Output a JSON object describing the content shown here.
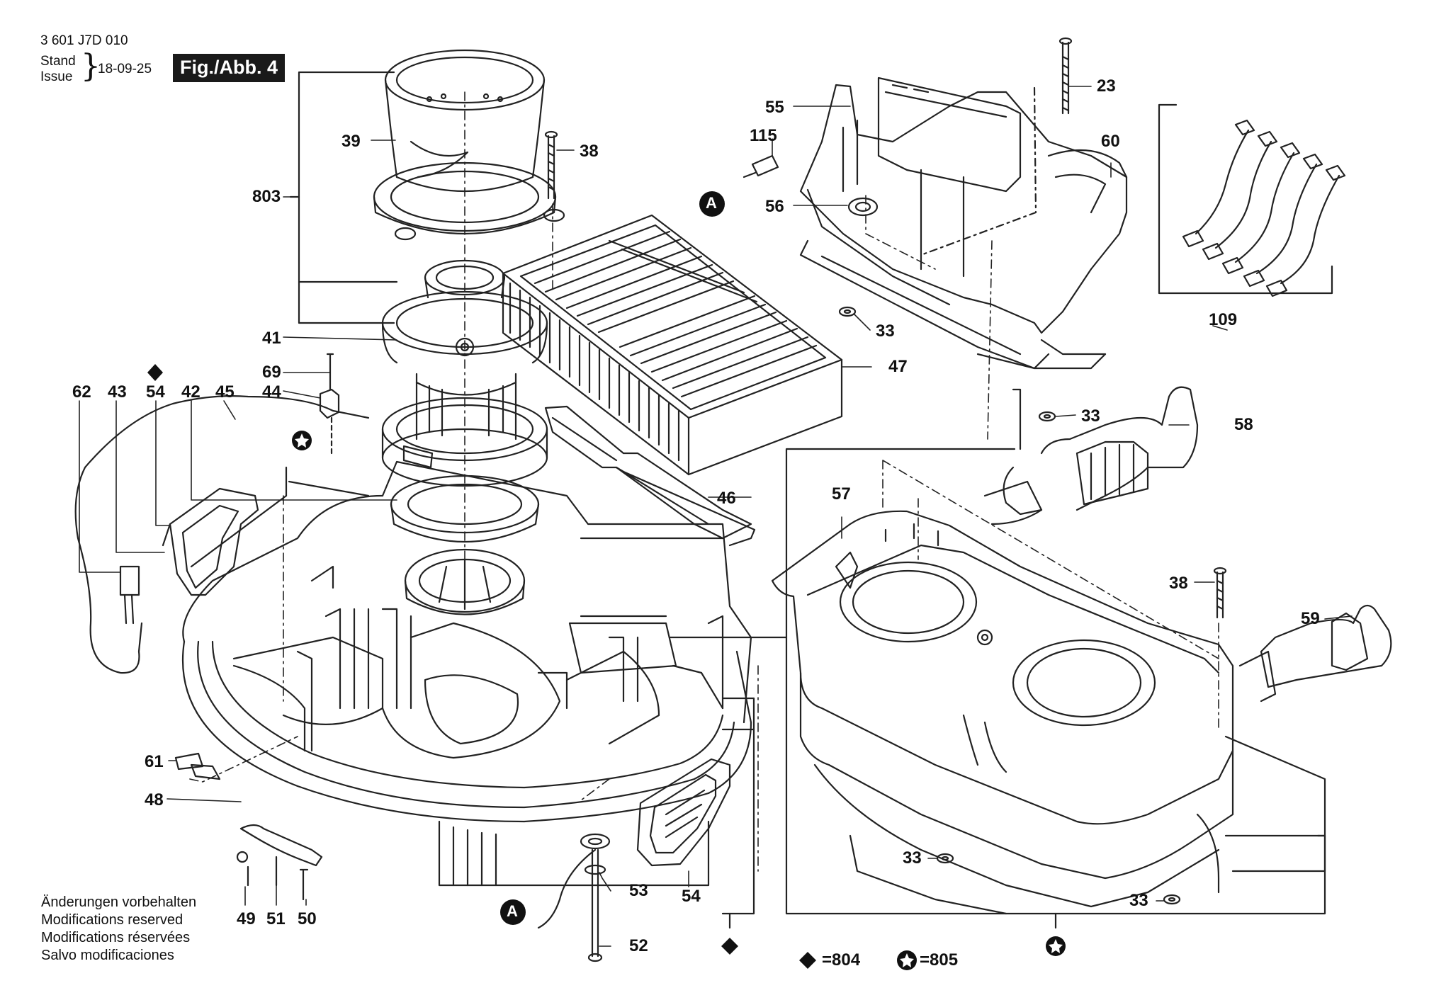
{
  "header": {
    "doc_number": "3 601 J7D 010",
    "stand_label": "Stand",
    "issue_label": "Issue",
    "date": "18-09-25",
    "figure_label": "Fig./Abb. 4"
  },
  "part_labels": {
    "p23": "23",
    "p33a": "33",
    "p33b": "33",
    "p33c": "33",
    "p33d": "33",
    "p38a": "38",
    "p38b": "38",
    "p39": "39",
    "p41": "41",
    "p42": "42",
    "p43": "43",
    "p44": "44",
    "p45": "45",
    "p46": "46",
    "p47": "47",
    "p48": "48",
    "p49": "49",
    "p50": "50",
    "p51": "51",
    "p52": "52",
    "p53": "53",
    "p54a": "54",
    "p54b": "54",
    "p55": "55",
    "p56": "56",
    "p57": "57",
    "p58": "58",
    "p59": "59",
    "p60": "60",
    "p61": "61",
    "p62": "62",
    "p69": "69",
    "p109": "109",
    "p115": "115",
    "p803": "803"
  },
  "connector_marks": {
    "a_top": "A",
    "a_bottom": "A"
  },
  "legend": {
    "diamond_value": "=804",
    "star_value": "=805"
  },
  "notice": {
    "de": "Änderungen vorbehalten",
    "en": "Modifications reserved",
    "fr": "Modifications réservées",
    "es": "Salvo modificaciones"
  }
}
